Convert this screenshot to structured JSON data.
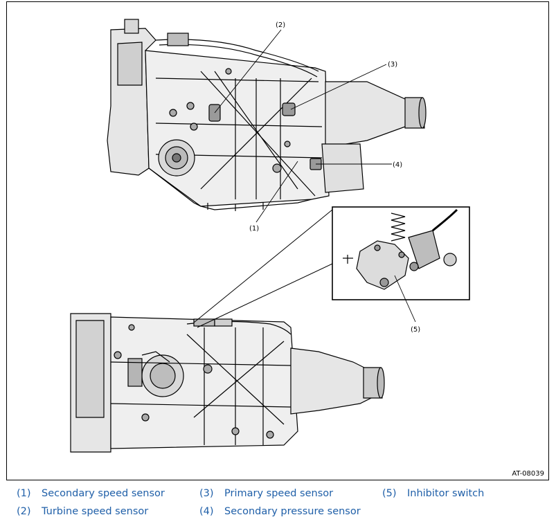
{
  "figure": {
    "id": "AT-08039",
    "callouts": [
      "(1)",
      "(2)",
      "(3)",
      "(4)",
      "(5)"
    ]
  },
  "legend": [
    {
      "num": "(1)",
      "label": "Secondary speed sensor"
    },
    {
      "num": "(2)",
      "label": "Turbine speed sensor"
    },
    {
      "num": "(3)",
      "label": "Primary speed sensor"
    },
    {
      "num": "(4)",
      "label": "Secondary pressure sensor"
    },
    {
      "num": "(5)",
      "label": "Inhibitor switch"
    }
  ],
  "colors": {
    "legend_text": "#1f5fa8",
    "line_art": "#000000"
  }
}
